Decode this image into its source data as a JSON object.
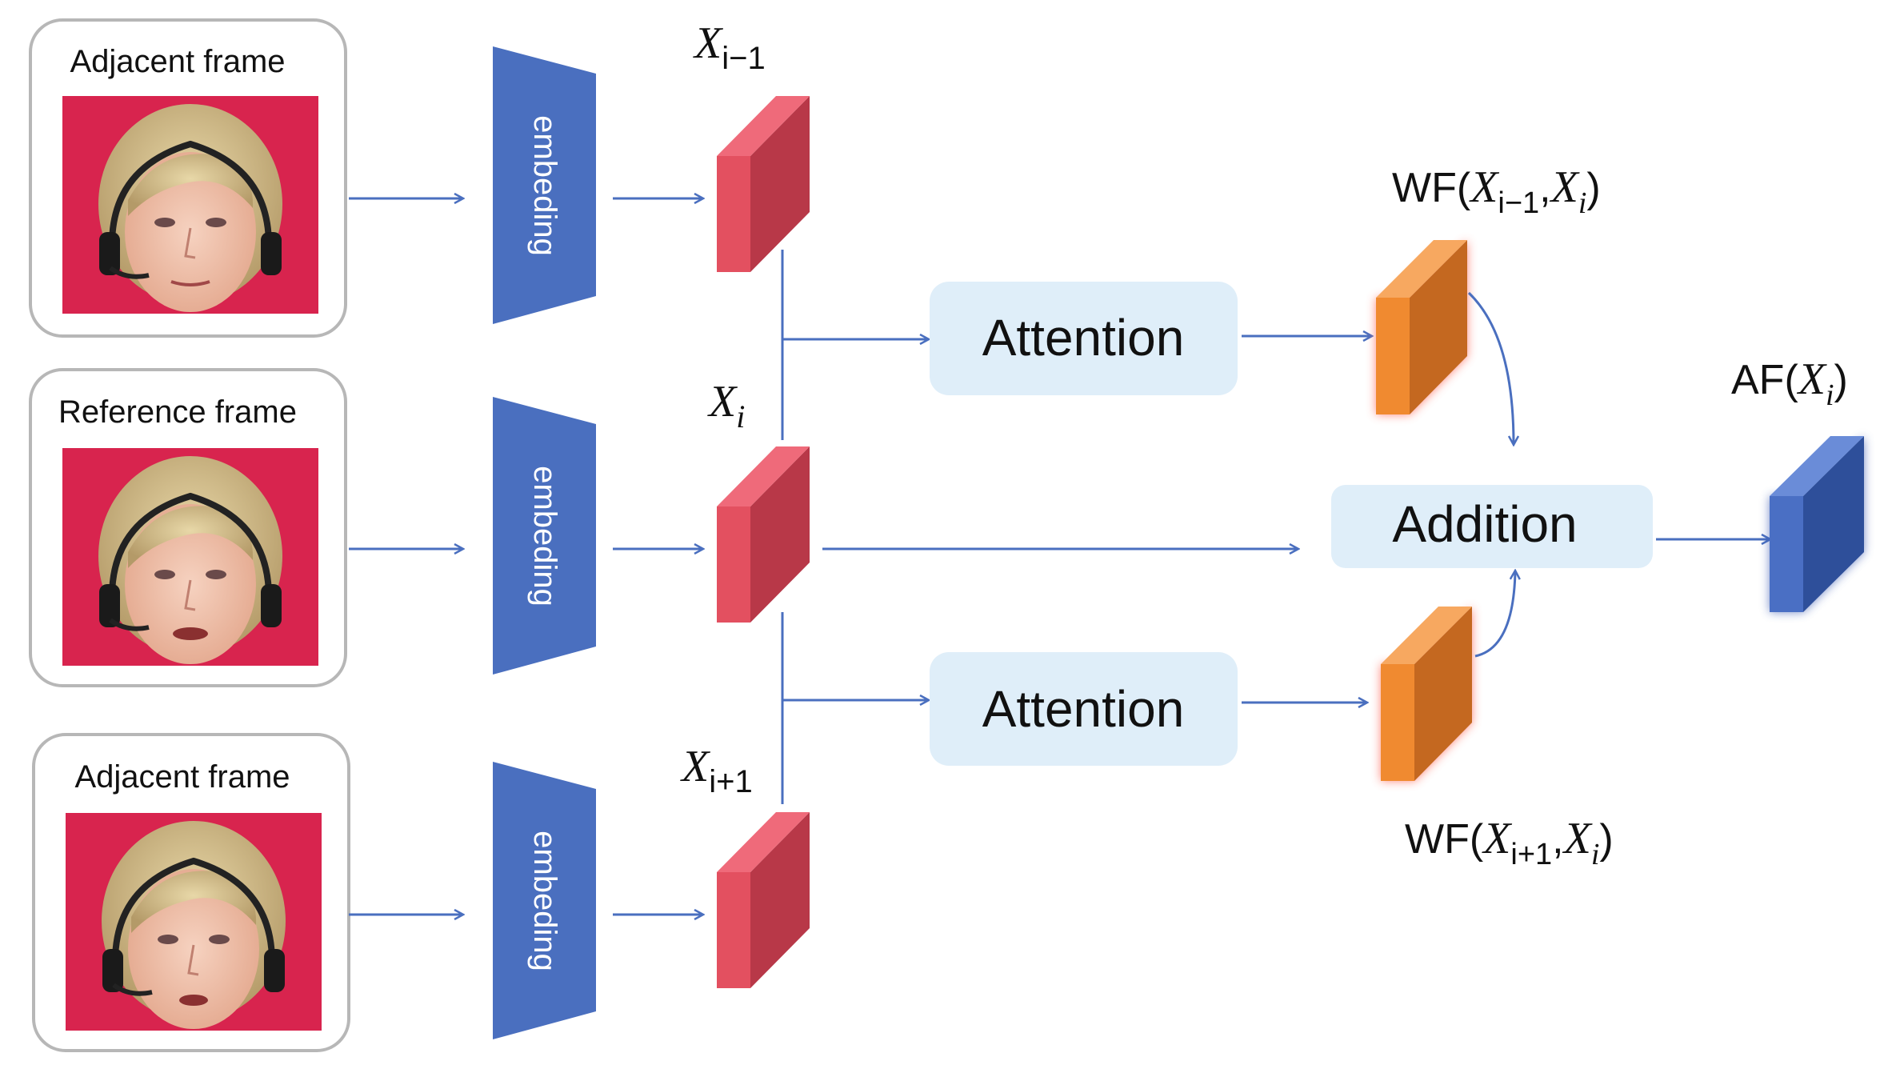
{
  "frames": [
    {
      "label": "Adjacent frame"
    },
    {
      "label": "Reference frame"
    },
    {
      "label": "Adjacent frame"
    }
  ],
  "embedding_label": "embeding",
  "features": {
    "prev": {
      "var": "X",
      "sub": "i−1"
    },
    "cur": {
      "var": "X",
      "sub": "i"
    },
    "next": {
      "var": "X",
      "sub": "i+1"
    }
  },
  "attention_label": "Attention",
  "addition_label": "Addition",
  "wf_top": {
    "prefix": "WF(",
    "a_var": "X",
    "a_sub": "i−1",
    "sep": ",",
    "b_var": "X",
    "b_sub": "i",
    "suffix": ")"
  },
  "wf_bottom": {
    "prefix": "WF(",
    "a_var": "X",
    "a_sub": "i+1",
    "sep": ",",
    "b_var": "X",
    "b_sub": "i",
    "suffix": ")"
  },
  "af": {
    "prefix": "AF(",
    "var": "X",
    "sub": "i",
    "suffix": ")"
  },
  "colors": {
    "embed": "#4a6fbf",
    "red_front": "#e35060",
    "red_side": "#b83848",
    "orange_front": "#f08a30",
    "orange_side": "#c46820",
    "blue_front": "#4a6fc4",
    "blue_side": "#2e4f9a",
    "arrow": "#4a6fbf",
    "box_fill": "#dfeef9",
    "face_bg": "#d8244e"
  }
}
